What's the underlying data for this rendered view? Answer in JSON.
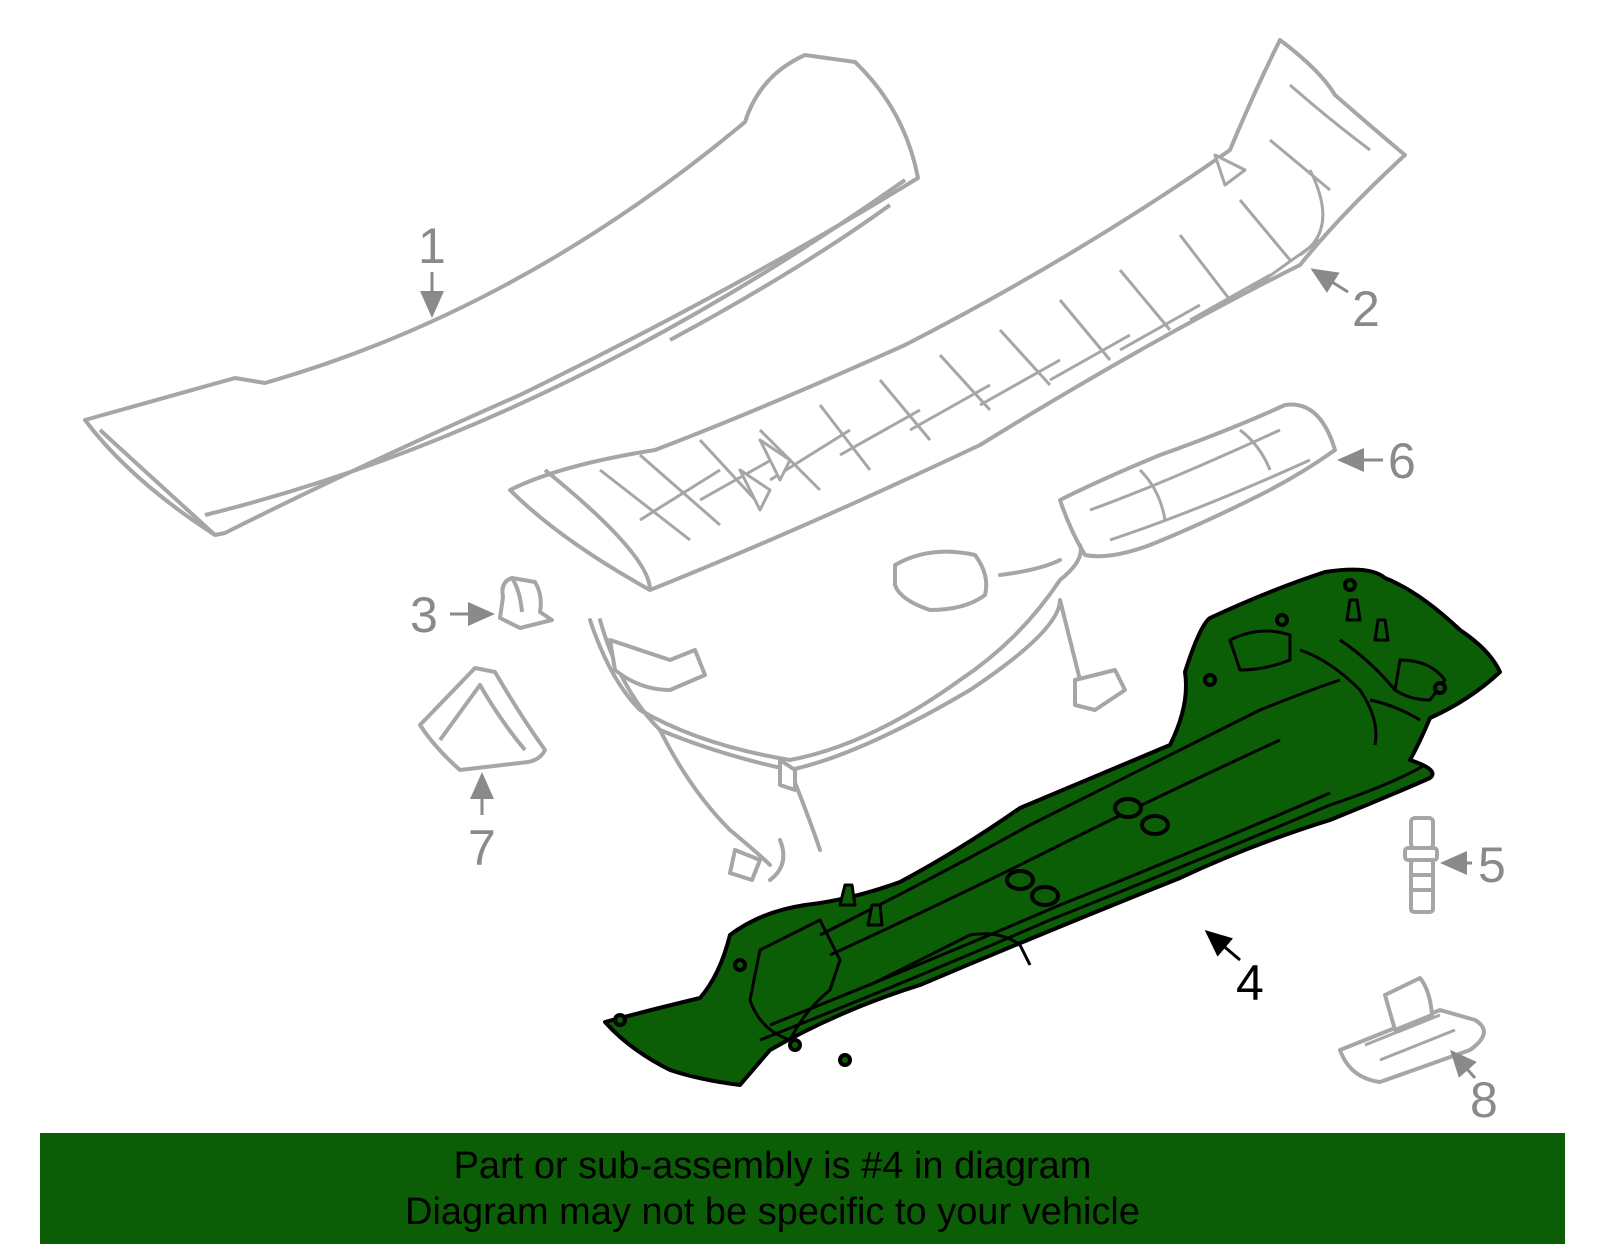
{
  "colors": {
    "highlight": "#0c5e06",
    "outline_grey": "#a6a6a6",
    "callout_grey": "#8a8a8a",
    "callout_black": "#000000"
  },
  "callouts": {
    "c1": "1",
    "c2": "2",
    "c3": "3",
    "c4": "4",
    "c5": "5",
    "c6": "6",
    "c7": "7",
    "c8": "8"
  },
  "highlighted_part": "4",
  "banner": {
    "line1": "Part or sub-assembly is #4 in diagram",
    "line2": "Diagram may not be specific to your vehicle"
  }
}
